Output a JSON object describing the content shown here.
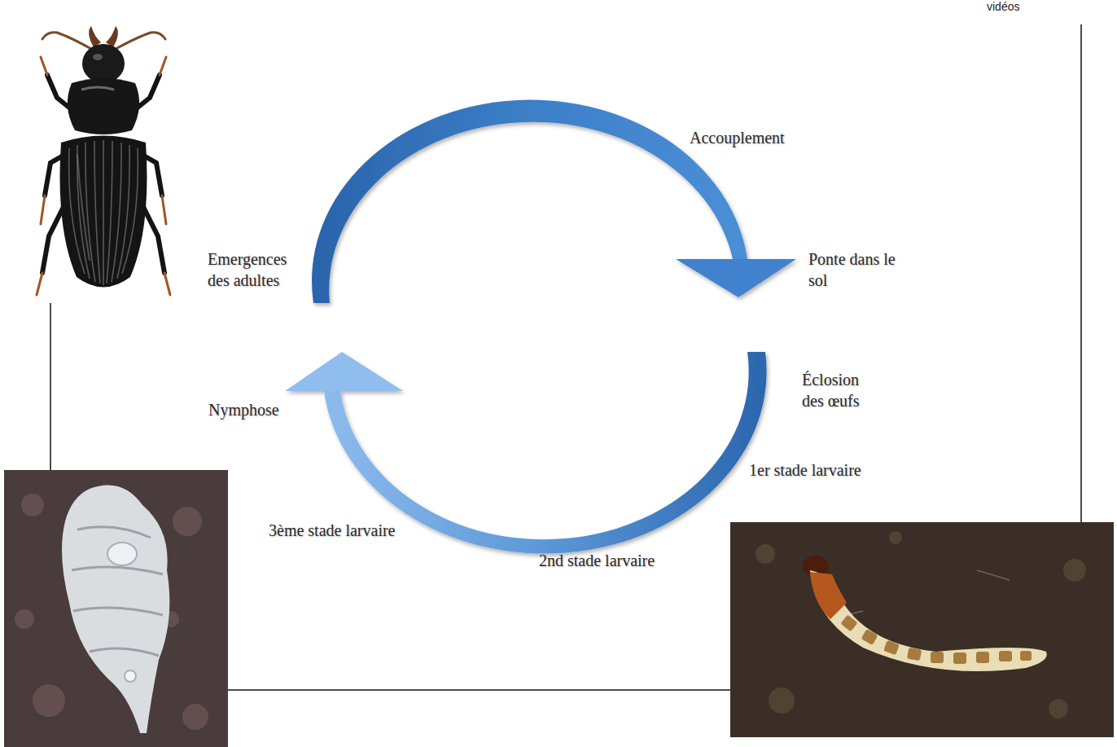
{
  "diagram": {
    "labels": [
      "vidéos",
      "Accouplement",
      "Emergences des adultes",
      "Ponte dans le sol",
      "Éclosion des œufs",
      "Nymphose",
      "1er stade larvaire",
      "3ème stade larvaire",
      "2nd stade larvaire"
    ]
  }
}
